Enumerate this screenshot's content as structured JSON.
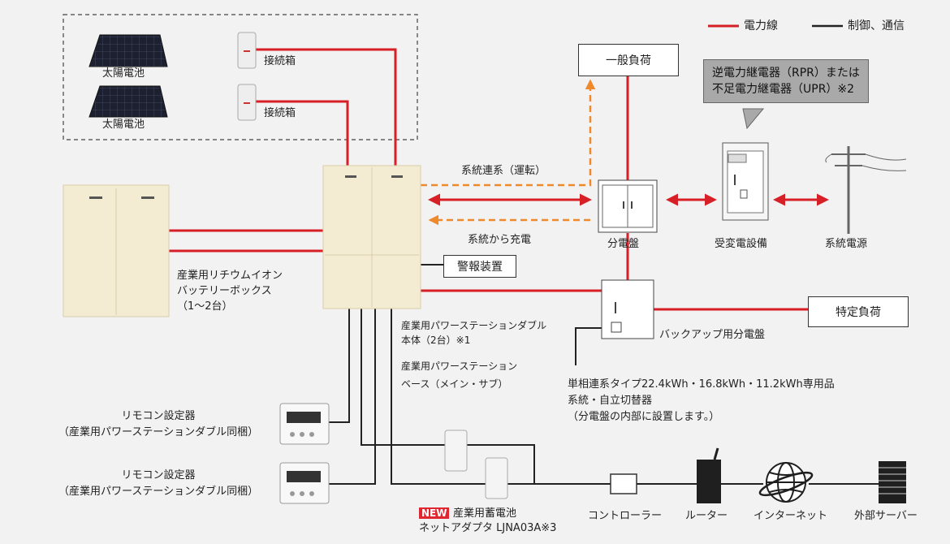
{
  "legend": {
    "power_line": "電力線",
    "control_line": "制御、通信"
  },
  "colors": {
    "power": "#d61f26",
    "control": "#222222",
    "flow": "#ef8a2c",
    "cabinet": "#f4ecd2"
  },
  "components": {
    "solar_panel_1": "太陽電池",
    "solar_panel_2": "太陽電池",
    "junction_box_1": "接続箱",
    "junction_box_2": "接続箱",
    "battery_box": "産業用リチウムイオン\nバッテリーボックス\n（1～2台）",
    "alarm": "警報装置",
    "power_station_main": "産業用パワーステーションダブル\n本体（2台）※1",
    "power_station_base": "産業用パワーステーション\nベース（メイン・サブ）",
    "general_load": "一般負荷",
    "distribution_board": "分電盤",
    "substation": "受変電設備",
    "grid_power": "系統電源",
    "specific_load": "特定負荷",
    "backup_board": "バックアップ用分電盤",
    "switch_note": "単相連系タイプ22.4kWh・16.8kWh・11.2kWh専用品\n系統・自立切替器\n（分電盤の内部に設置します。）",
    "remote_1": "リモコン設定器\n（産業用パワーステーションダブル同梱）",
    "remote_2": "リモコン設定器\n（産業用パワーステーションダブル同梱）",
    "adapter_badge": "NEW",
    "adapter": "産業用蓄電池\nネットアダプタ LJNA03A※3",
    "controller": "コントローラー",
    "router": "ルーター",
    "internet": "インターネット",
    "external_server": "外部サーバー"
  },
  "flows": {
    "grid_tie": "系統連系（運転）",
    "grid_charge": "系統から充電"
  },
  "relay_callout": "逆電力継電器（RPR）または\n不足電力継電器（UPR）※2"
}
